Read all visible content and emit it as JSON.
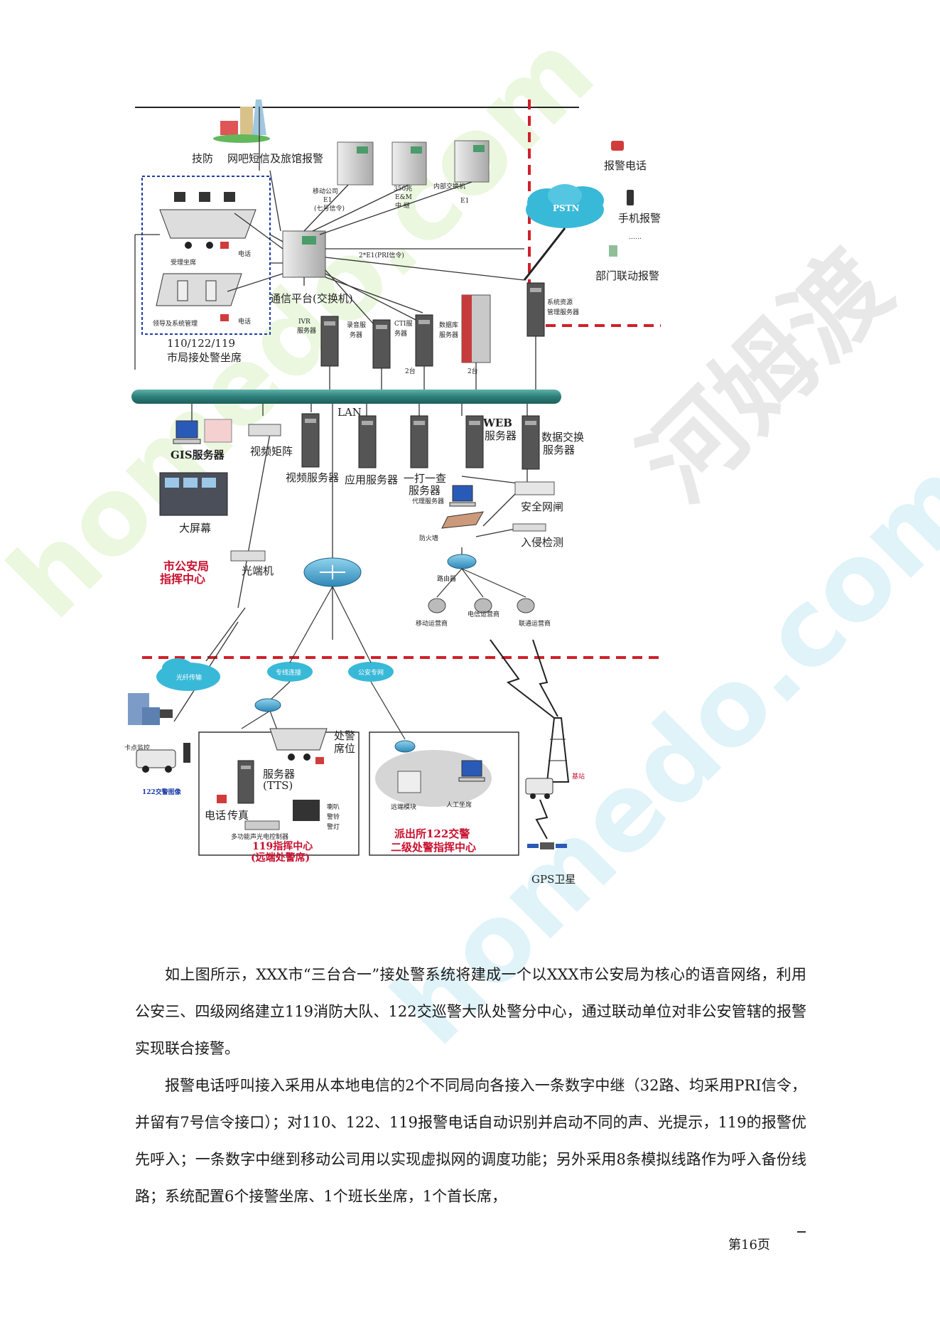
{
  "diagram": {
    "labels": {
      "tech_defense": "技防",
      "internet_cafe": "网吧短信及旅馆报警",
      "mobile_e1": "移动公司",
      "mobile_e1_b": "E1",
      "mobile_e1_c": "(七号信令)",
      "e_and_m_a": "350兆",
      "e_and_m_b": "E&M",
      "e_and_m_c": "中 继",
      "internal_switch": "内部交换机",
      "internal_switch_e1": "E1",
      "pstn": "PSTN",
      "alarm_phone": "报警电话",
      "mobile_alarm": "手机报警",
      "dots": "……",
      "dept_linkage": "部门联动报警",
      "pri_link": "2*E1(PRI信令)",
      "reception_seat": "受理坐席",
      "phone1": "电话",
      "switch": "通信平台(交换机)",
      "leader_seat": "领导及系统管理",
      "phone2": "电话",
      "seat_group_a": "110/122/119",
      "seat_group_b": "市局接处警坐席",
      "ivr_a": "IVR",
      "ivr_b": "服务器",
      "rec_a": "录音服",
      "rec_b": "务器",
      "cti_a": "CTI服",
      "cti_b": "务器",
      "cti_count": "2台",
      "db_a": "数据库",
      "db_b": "服务器",
      "db_count": "2台",
      "sysres_a": "系统资源",
      "sysres_b": "管理服务器",
      "lan": "LAN",
      "gis": "GIS服务器",
      "video_matrix": "视频矩阵",
      "video_server": "视频服务器",
      "app_server": "应用服务器",
      "query_a": "一打一查",
      "query_b": "服务器",
      "web_a": "WEB",
      "web_b": "服务器",
      "dx_a": "数据交换",
      "dx_b": "服务器",
      "proxy": "代理服务器",
      "security_gate": "安全网闸",
      "big_screen": "大屏幕",
      "firewall": "防火墙",
      "intrusion": "入侵检测",
      "optical_term": "光端机",
      "router": "路由器",
      "center_a": "市公安局",
      "center_b": "指挥中心",
      "fiber": "光纤传输",
      "dedicated": "专线连接",
      "police_net": "公安专网",
      "mobile_op": "移动运营商",
      "telecom_op": "电信运营商",
      "unicom_op": "联通运营商",
      "checkpoint": "卡点监控",
      "traffic_img": "122交警图像",
      "dispatch_a": "处警",
      "dispatch_b": "席位",
      "tts_a": "服务器",
      "tts_b": "(TTS)",
      "telephone": "电话",
      "fax": "传真",
      "horn_a": "喇叭",
      "horn_b": "警铃",
      "horn_c": "警灯",
      "controller": "多功能声光电控制器",
      "fire_a": "119指挥中心",
      "fire_b": "(远端处警席)",
      "remote_module": "远端模块",
      "manual_seat": "人工坐席",
      "station_a": "派出所122交警",
      "station_b": "二级处警指挥中心",
      "base_station": "基站",
      "gps": "GPS卫星"
    }
  },
  "body": {
    "p1": "如上图所示，XXX市“三台合一”接处警系统将建成一个以XXX市公安局为核心的语音网络，利用公安三、四级网络建立119消防大队、122交巡警大队处警分中心，通过联动单位对非公安管辖的报警实现联合接警。",
    "p2": "报警电话呼叫接入采用从本地电信的2个不同局向各接入一条数字中继（32路、均采用PRI信令，并留有7号信令接口）；对110、122、119报警电话自动识别并启动不同的声、光提示，119的报警优先呼入；一条数字中继到移动公司用以实现虚拟网的调度功能；另外采用8条模拟线路作为呼入备份线路；系统配置6个接警坐席、1个班长坐席，1个首长席，"
  },
  "footer": {
    "page_label": "第16页"
  },
  "watermarks": {
    "brand": "河姆渡",
    "domain_a": "homedo.com",
    "domain_b": "homedo.com"
  },
  "colors": {
    "lan_bus": "#2d7f7a",
    "pstn_cloud": "#39b9d8",
    "red_dash": "#d0202a",
    "server": "#d7d7d7"
  }
}
